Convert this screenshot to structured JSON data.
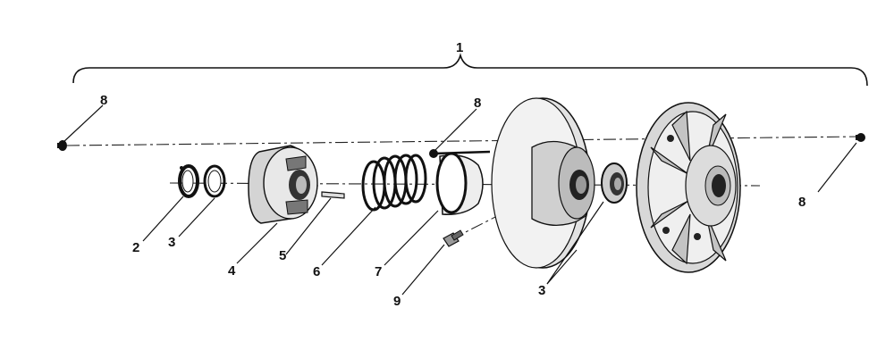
{
  "diagram": {
    "callouts": [
      {
        "id": "c-1",
        "text": "1"
      },
      {
        "id": "c-8-left",
        "text": "8"
      },
      {
        "id": "c-8-center",
        "text": "8"
      },
      {
        "id": "c-8-right",
        "text": "8"
      },
      {
        "id": "c-2",
        "text": "2"
      },
      {
        "id": "c-3-left",
        "text": "3"
      },
      {
        "id": "c-4",
        "text": "4"
      },
      {
        "id": "c-5",
        "text": "5"
      },
      {
        "id": "c-6",
        "text": "6"
      },
      {
        "id": "c-7",
        "text": "7"
      },
      {
        "id": "c-9",
        "text": "9"
      },
      {
        "id": "c-3-right",
        "text": "3"
      }
    ]
  }
}
